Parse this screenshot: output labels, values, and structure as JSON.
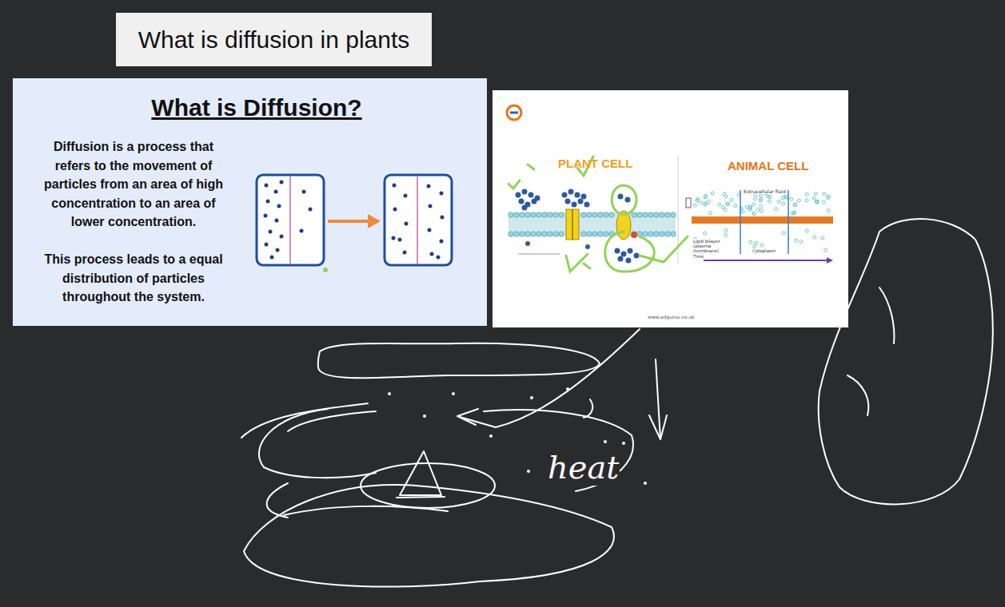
{
  "diagram": {
    "nodes": [
      {
        "text": [
          "What is diffusion in plants"
        ]
      },
      {
        "text": [
          "What is Diffusion?",
          "Diffusion is a process that refers to the movement of particles from an area of high concentration to an area of lower concentration.",
          "This process leads to a equal distribution of particles throughout the system."
        ]
      }
    ],
    "labels": [
      "PLANT CELL",
      "ANIMAL CELL",
      "Extracellular fluid",
      "Lipid bilayer (plasma membrane)",
      "Cytoplasm",
      "Time",
      "www.edgurus.co.uk",
      "heat"
    ]
  }
}
